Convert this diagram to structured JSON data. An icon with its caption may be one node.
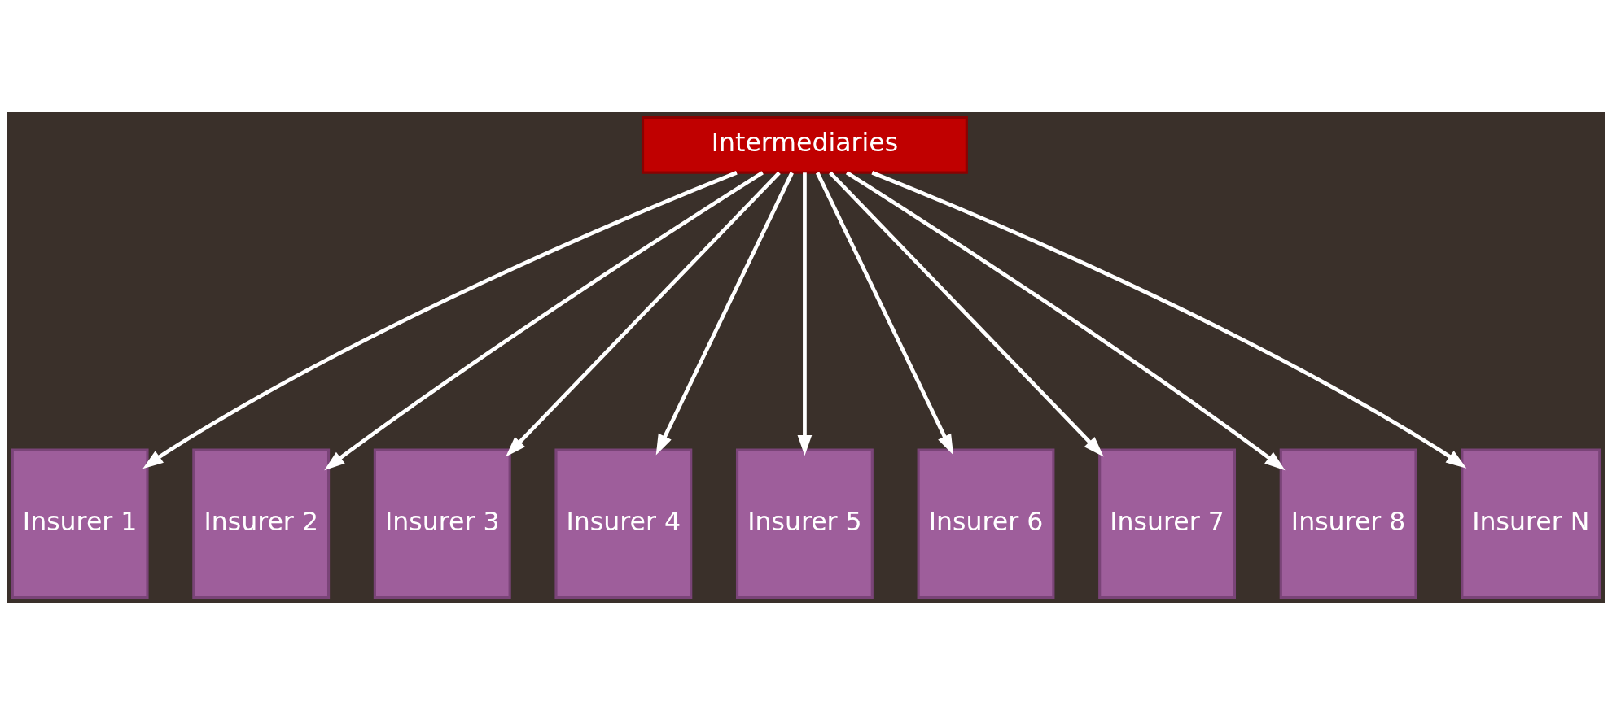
{
  "diagram": {
    "nodes": [
      {
        "text": [
          "Intermediaries"
        ]
      },
      {
        "text": [
          "Insurer 1"
        ]
      },
      {
        "text": [
          "Insurer 2"
        ]
      },
      {
        "text": [
          "Insurer 3"
        ]
      },
      {
        "text": [
          "Insurer 4"
        ]
      },
      {
        "text": [
          "Insurer 5"
        ]
      },
      {
        "text": [
          "Insurer 6"
        ]
      },
      {
        "text": [
          "Insurer 7"
        ]
      },
      {
        "text": [
          "Insurer 8"
        ]
      },
      {
        "text": [
          "Insurer N"
        ]
      }
    ],
    "edges": [
      {
        "from": 0,
        "to": 1,
        "arrow": "to"
      },
      {
        "from": 0,
        "to": 2,
        "arrow": "to"
      },
      {
        "from": 0,
        "to": 3,
        "arrow": "to"
      },
      {
        "from": 0,
        "to": 4,
        "arrow": "to"
      },
      {
        "from": 0,
        "to": 5,
        "arrow": "to"
      },
      {
        "from": 0,
        "to": 6,
        "arrow": "to"
      },
      {
        "from": 0,
        "to": 7,
        "arrow": "to"
      },
      {
        "from": 0,
        "to": 8,
        "arrow": "to"
      },
      {
        "from": 0,
        "to": 9,
        "arrow": "to"
      }
    ]
  }
}
